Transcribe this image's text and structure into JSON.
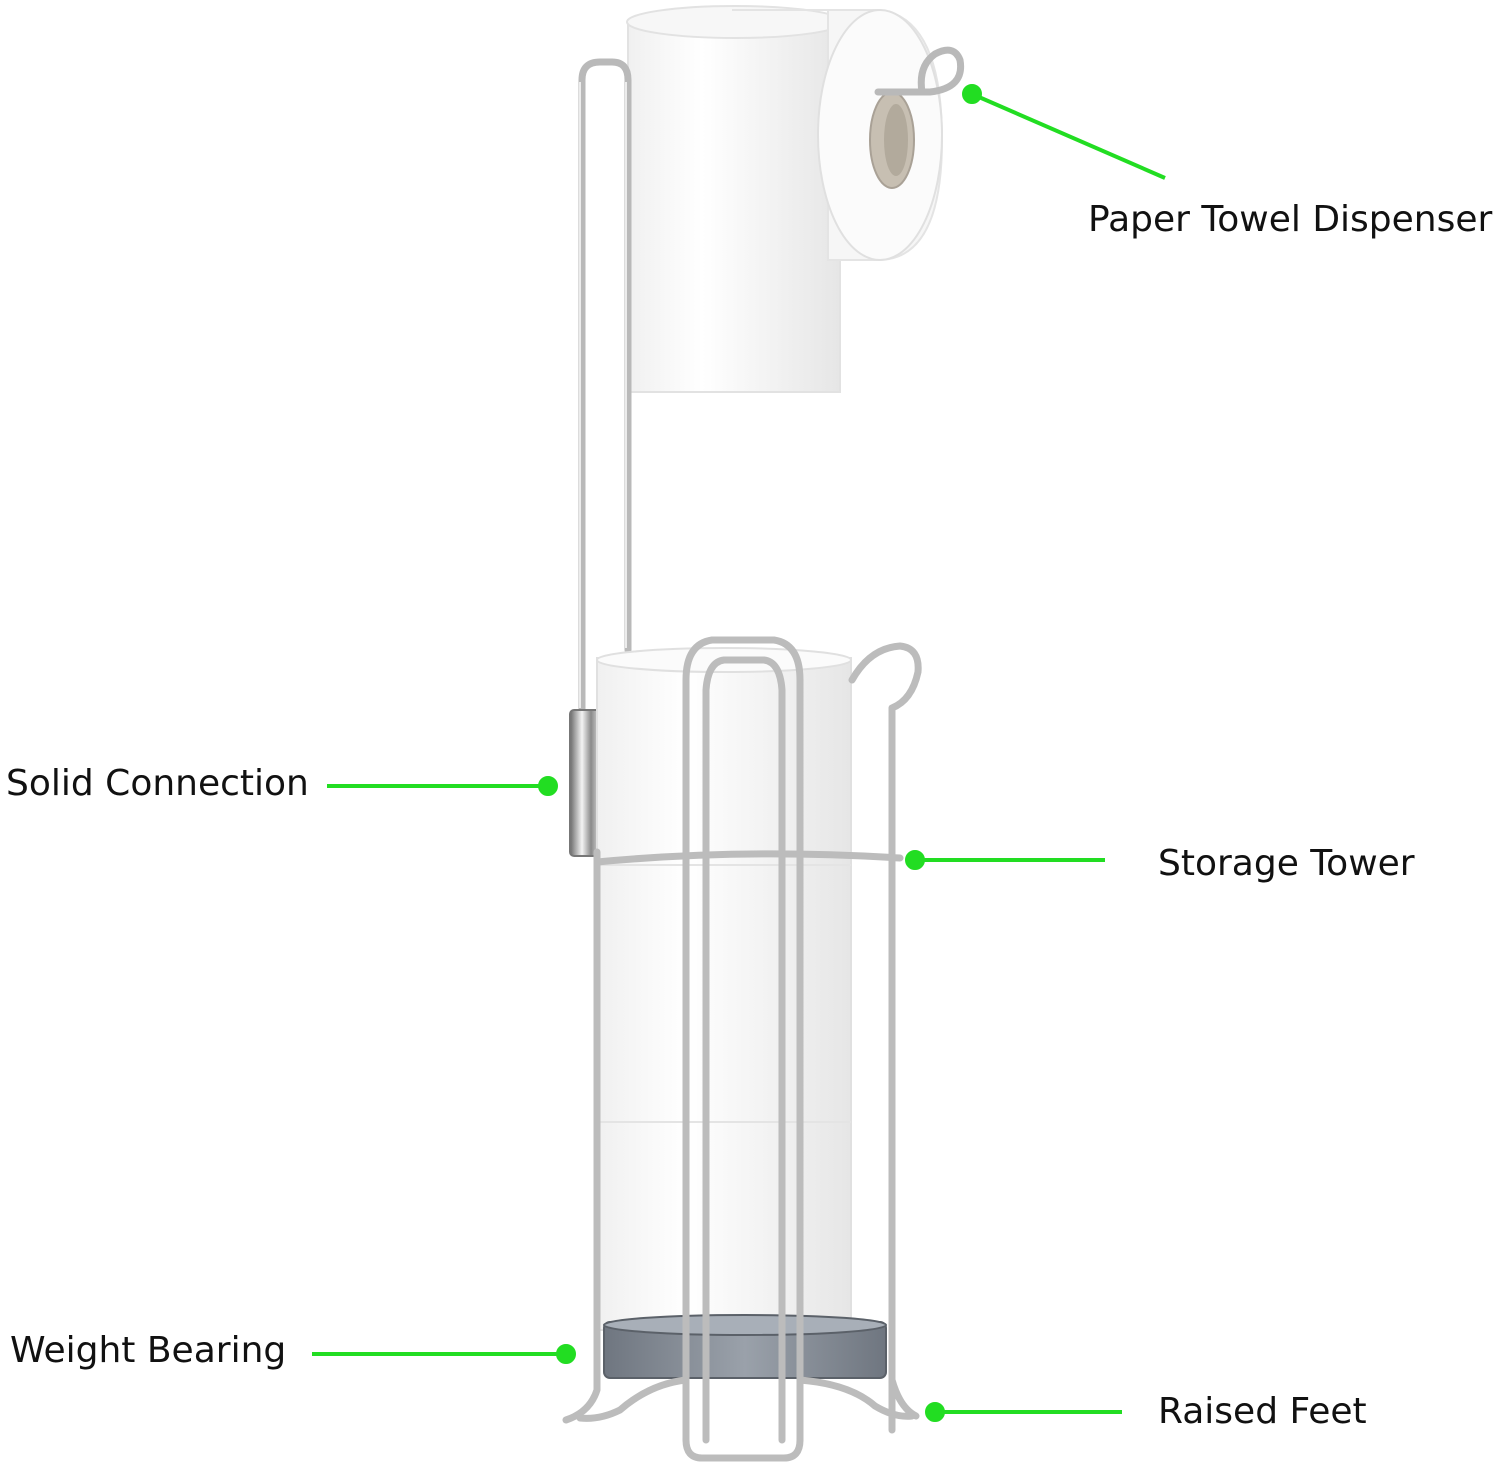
{
  "accent_color": "#22dd22",
  "callouts": {
    "paper_towel_dispenser": "Paper Towel Dispenser",
    "solid_connection": "Solid Connection",
    "storage_tower": "Storage Tower",
    "weight_bearing": "Weight Bearing",
    "raised_feet": "Raised Feet"
  }
}
